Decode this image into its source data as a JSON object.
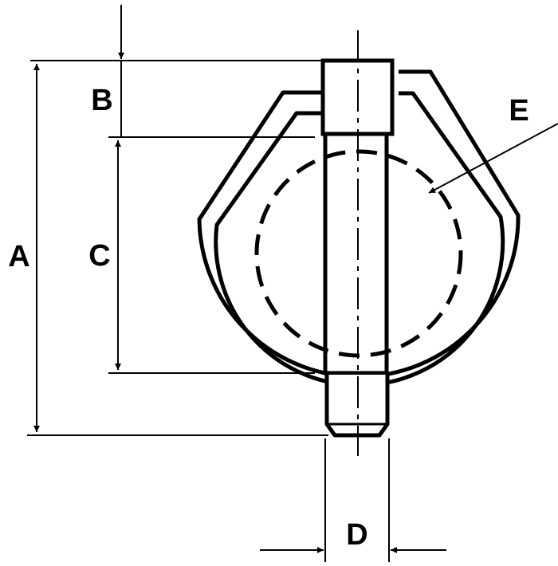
{
  "labels": {
    "a": "A",
    "b": "B",
    "c": "C",
    "d": "D",
    "e": "E"
  },
  "colors": {
    "ink": "#000000",
    "paper": "#ffffff"
  }
}
